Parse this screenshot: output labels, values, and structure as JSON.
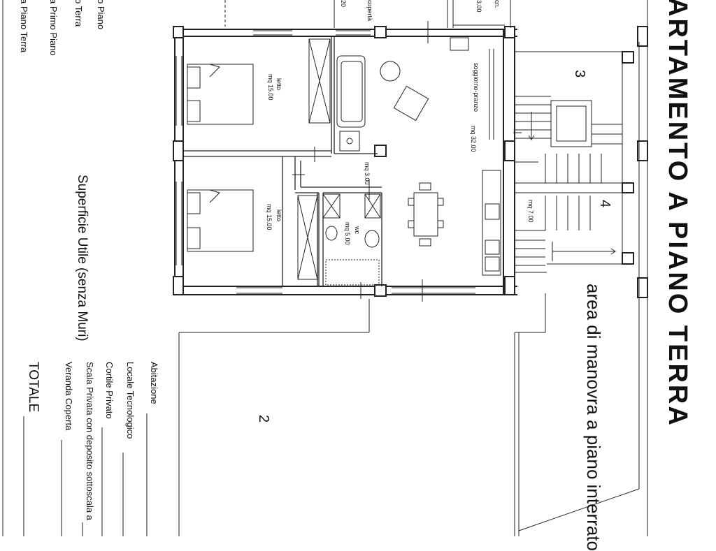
{
  "title": "ARTAMENTO A PIANO TERRA",
  "subtitle": "area di manovra a piano interrato",
  "rooms": {
    "letto_top": {
      "name": "letto",
      "area": "mq 15.00"
    },
    "letto_bottom": {
      "name": "letto",
      "area": "mq 15.00"
    },
    "soggiorno": {
      "name": "soggiorno-pranzo",
      "area": "mq 32.00"
    },
    "disimpegno": {
      "area": "mq 3.00"
    },
    "wc": {
      "name": "wc",
      "area": "mq 5.00"
    },
    "scala": {
      "area": "mq 7.00"
    },
    "veranda_top": {
      "name": "copertà",
      "area": "20"
    },
    "tecnico_top": {
      "name": "cn.",
      "area": "3.00"
    }
  },
  "zone_numbers": {
    "n2": "2",
    "n3": "3",
    "n4": "4"
  },
  "left_legend": {
    "piano": "o Piano",
    "terra": "o Terra",
    "primo_piano": "a Primo Piano",
    "piano_terra": "a Piano Terra"
  },
  "superficie_title": "Superficie Utile (senza Muri)",
  "table": {
    "rows": [
      "Abitazione",
      "Locale Tecnologico",
      "Cortile Privato",
      "Scala Privata con deposito sottoscala a",
      "Veranda Coperta"
    ],
    "total": "TOTALE"
  }
}
